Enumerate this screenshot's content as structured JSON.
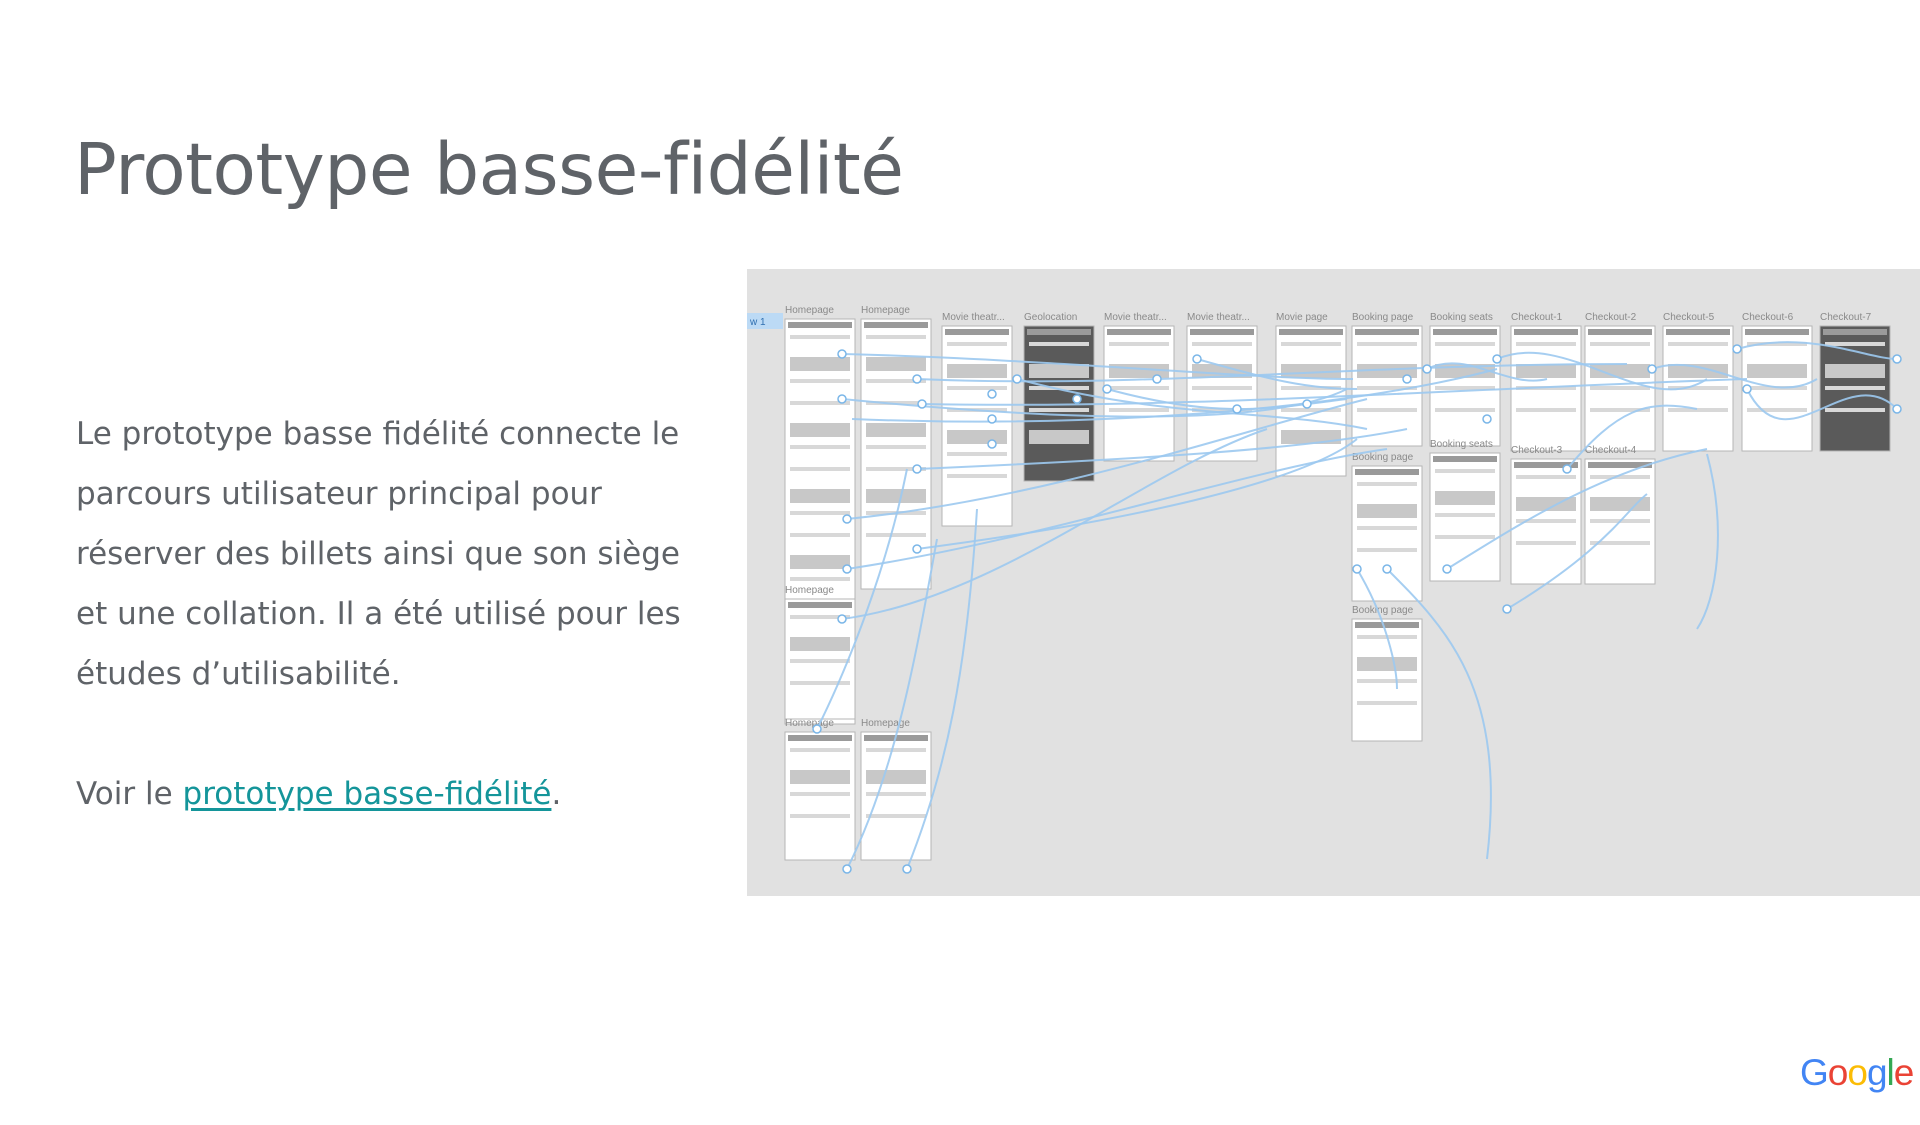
{
  "slide": {
    "title": "Prototype basse-fidélité",
    "paragraph": "Le prototype basse fidélité connecte le parcours utilisateur principal pour réserver des billets ainsi que son siège et une collation. Il a été utilisé pour les études d’utilisabilité.",
    "link_prefix": "Voir le ",
    "link_text": "prototype basse-fidélité",
    "link_suffix": "."
  },
  "prototype": {
    "flow_label": "w 1",
    "screen_labels": [
      "Homepage",
      "Homepage",
      "Movie theatr...",
      "Geolocation",
      "Movie theatr...",
      "Movie theatr...",
      "Movie page",
      "Booking page",
      "Booking seats",
      "Checkout-1",
      "Checkout-2",
      "Checkout-5",
      "Checkout-6",
      "Checkout-7",
      "Booking page",
      "Booking seats",
      "Checkout-3",
      "Checkout-4",
      "Homepage",
      "Booking page",
      "Homepage",
      "Homepage"
    ],
    "colors": {
      "canvas": "#e1e1e1",
      "connector": "#9cc9ef",
      "frame": "#ffffff",
      "dark_frame": "#5a5a5a"
    }
  },
  "logo": {
    "letters": [
      "G",
      "o",
      "o",
      "g",
      "l",
      "e"
    ],
    "colors": [
      "#4285f4",
      "#ea4335",
      "#fbbc05",
      "#4285f4",
      "#34a853",
      "#ea4335"
    ]
  }
}
